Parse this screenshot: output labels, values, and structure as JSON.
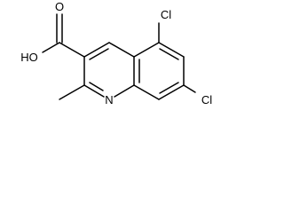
{
  "molecule": {
    "atom_labels": {
      "chlorine_top": "Cl",
      "chlorine_bottom": "Cl",
      "hydroxyl": "HO",
      "carbonyl_oxygen": "O",
      "ring_nitrogen": "N"
    },
    "colors": {
      "bond": "#000000",
      "label": "#000000",
      "background": "#ffffff"
    }
  }
}
